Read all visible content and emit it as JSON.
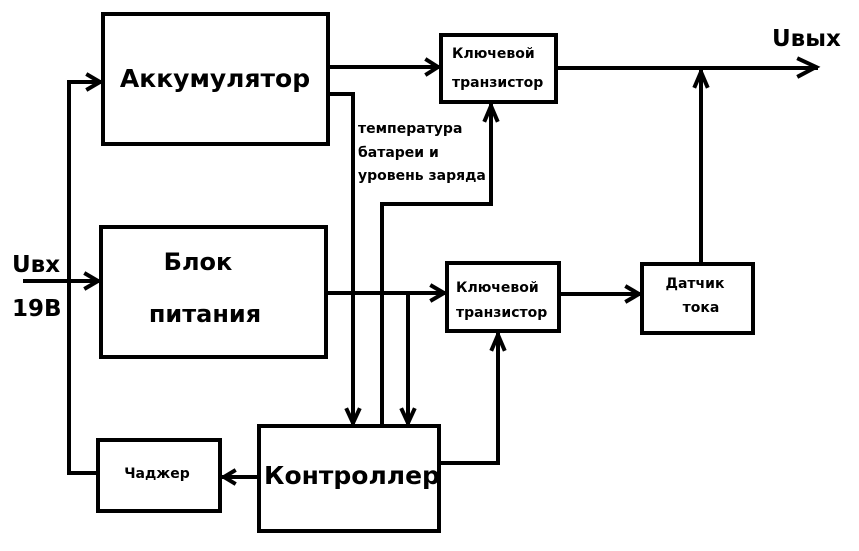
{
  "diagram": {
    "blocks": {
      "battery": {
        "label": "Аккумулятор"
      },
      "power_supply": {
        "label_line1": "Блок",
        "label_line2": "питания"
      },
      "charger": {
        "label": "Чаджер"
      },
      "controller": {
        "label": "Контроллер"
      },
      "key_transistor_top": {
        "label_line1": "Ключевой",
        "label_line2": "транзистор"
      },
      "key_transistor_bottom": {
        "label_line1": "Ключевой",
        "label_line2": "транзистор"
      },
      "current_sensor": {
        "label_line1": "Датчик",
        "label_line2": "тока"
      }
    },
    "input": {
      "label": "Uвх",
      "voltage": "19В"
    },
    "output": {
      "label": "Uвых"
    },
    "annotation": {
      "line1": "температура",
      "line2": "батареи и",
      "line3": "уровень заряда"
    },
    "connections": [
      {
        "from": "input",
        "to": "power_supply"
      },
      {
        "from": "input",
        "to": "battery"
      },
      {
        "from": "charger",
        "to": "battery"
      },
      {
        "from": "battery",
        "to": "key_transistor_top"
      },
      {
        "from": "battery",
        "to": "controller",
        "label": "температура батареи и уровень заряда"
      },
      {
        "from": "power_supply",
        "to": "key_transistor_bottom"
      },
      {
        "from": "power_supply",
        "to": "controller"
      },
      {
        "from": "controller",
        "to": "key_transistor_top"
      },
      {
        "from": "controller",
        "to": "key_transistor_bottom"
      },
      {
        "from": "controller",
        "to": "charger"
      },
      {
        "from": "key_transistor_bottom",
        "to": "current_sensor"
      },
      {
        "from": "current_sensor",
        "to": "output"
      },
      {
        "from": "key_transistor_top",
        "to": "output"
      }
    ]
  }
}
